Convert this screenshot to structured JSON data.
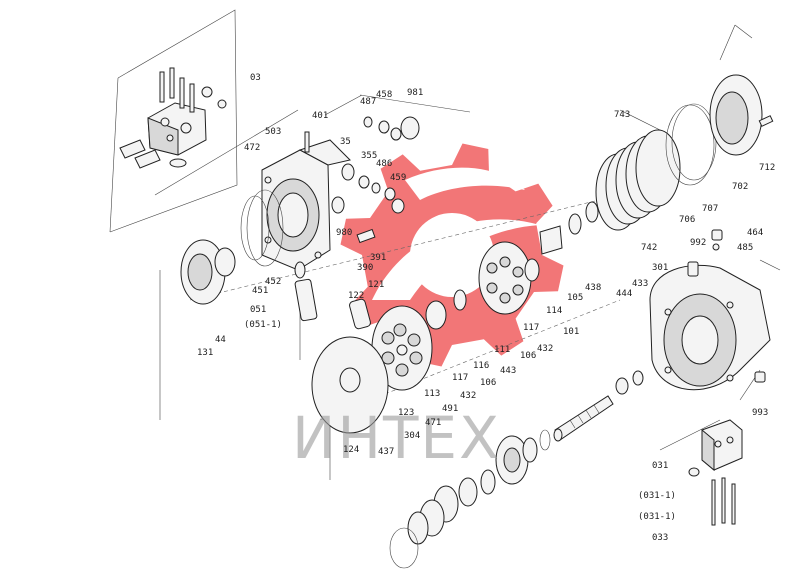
{
  "watermark": {
    "text": "ИНТЕХ",
    "color": "#f0595a"
  },
  "labels": [
    {
      "id": "l-03",
      "text": "03"
    },
    {
      "id": "l-401",
      "text": "401"
    },
    {
      "id": "l-503",
      "text": "503"
    },
    {
      "id": "l-472",
      "text": "472"
    },
    {
      "id": "l-487",
      "text": "487"
    },
    {
      "id": "l-458",
      "text": "458"
    },
    {
      "id": "l-981",
      "text": "981"
    },
    {
      "id": "l-35",
      "text": "35"
    },
    {
      "id": "l-355",
      "text": "355"
    },
    {
      "id": "l-486",
      "text": "486"
    },
    {
      "id": "l-459",
      "text": "459"
    },
    {
      "id": "l-980",
      "text": "980"
    },
    {
      "id": "l-391",
      "text": "391"
    },
    {
      "id": "l-390",
      "text": "390"
    },
    {
      "id": "l-451",
      "text": "451"
    },
    {
      "id": "l-452",
      "text": "452"
    },
    {
      "id": "l-051",
      "text": "051"
    },
    {
      "id": "l-051-1",
      "text": "(051-1)"
    },
    {
      "id": "l-121",
      "text": "121"
    },
    {
      "id": "l-122",
      "text": "122"
    },
    {
      "id": "l-131",
      "text": "131"
    },
    {
      "id": "l-44",
      "text": "44"
    },
    {
      "id": "l-123",
      "text": "123"
    },
    {
      "id": "l-124",
      "text": "124"
    },
    {
      "id": "l-113",
      "text": "113"
    },
    {
      "id": "l-117a",
      "text": "117"
    },
    {
      "id": "l-116",
      "text": "116"
    },
    {
      "id": "l-111",
      "text": "111"
    },
    {
      "id": "l-117b",
      "text": "117"
    },
    {
      "id": "l-114",
      "text": "114"
    },
    {
      "id": "l-105",
      "text": "105"
    },
    {
      "id": "l-438",
      "text": "438"
    },
    {
      "id": "l-743",
      "text": "743"
    },
    {
      "id": "l-742",
      "text": "742"
    },
    {
      "id": "l-706",
      "text": "706"
    },
    {
      "id": "l-707",
      "text": "707"
    },
    {
      "id": "l-702",
      "text": "702"
    },
    {
      "id": "l-712",
      "text": "712"
    },
    {
      "id": "l-464",
      "text": "464"
    },
    {
      "id": "l-485",
      "text": "485"
    },
    {
      "id": "l-992",
      "text": "992"
    },
    {
      "id": "l-301",
      "text": "301"
    },
    {
      "id": "l-444",
      "text": "444"
    },
    {
      "id": "l-433",
      "text": "433"
    },
    {
      "id": "l-101",
      "text": "101"
    },
    {
      "id": "l-432a",
      "text": "432"
    },
    {
      "id": "l-106a",
      "text": "106"
    },
    {
      "id": "l-443",
      "text": "443"
    },
    {
      "id": "l-106b",
      "text": "106"
    },
    {
      "id": "l-432b",
      "text": "432"
    },
    {
      "id": "l-491",
      "text": "491"
    },
    {
      "id": "l-471",
      "text": "471"
    },
    {
      "id": "l-304",
      "text": "304"
    },
    {
      "id": "l-437",
      "text": "437"
    },
    {
      "id": "l-993",
      "text": "993"
    },
    {
      "id": "l-031",
      "text": "031"
    },
    {
      "id": "l-031-1a",
      "text": "(031-1)"
    },
    {
      "id": "l-031-1b",
      "text": "(031-1)"
    },
    {
      "id": "l-033",
      "text": "033"
    }
  ]
}
